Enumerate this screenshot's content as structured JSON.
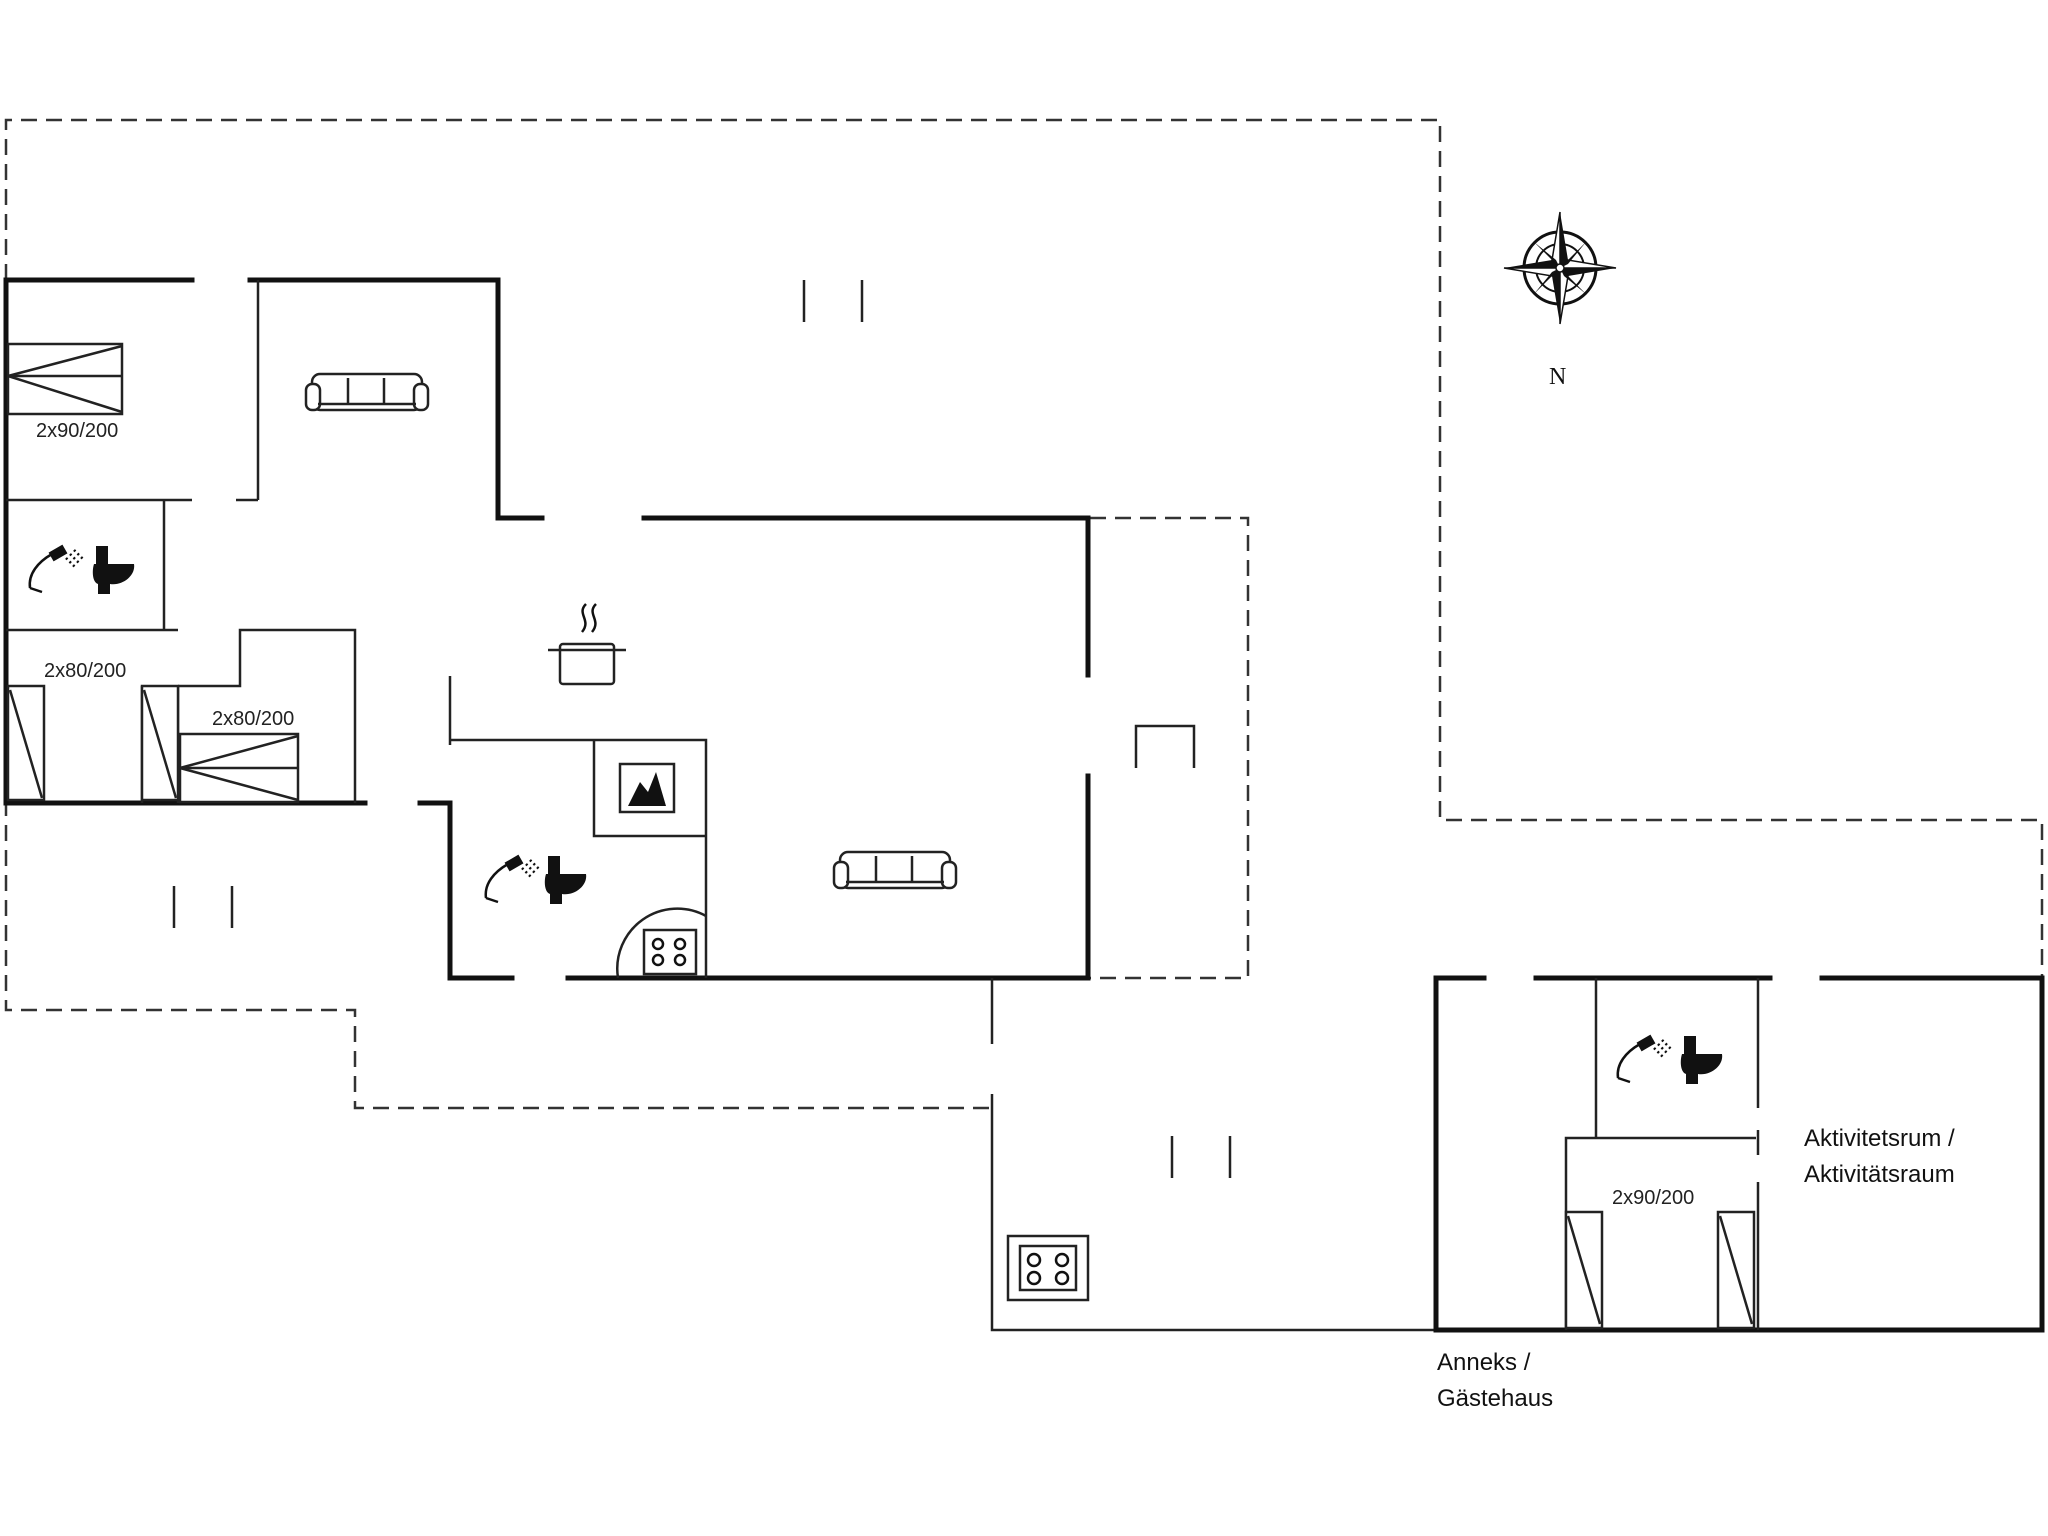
{
  "bed_label_1": "2x90/200",
  "bed_label_2": "2x80/200",
  "bed_label_3": "2x80/200",
  "bed_label_4": "2x90/200",
  "compass_north": "N",
  "room_label_line1": "Aktivitetsrum /",
  "room_label_line2": "Aktivitätsraum",
  "annex_label_line1": "Anneks /",
  "annex_label_line2": "Gästehaus"
}
